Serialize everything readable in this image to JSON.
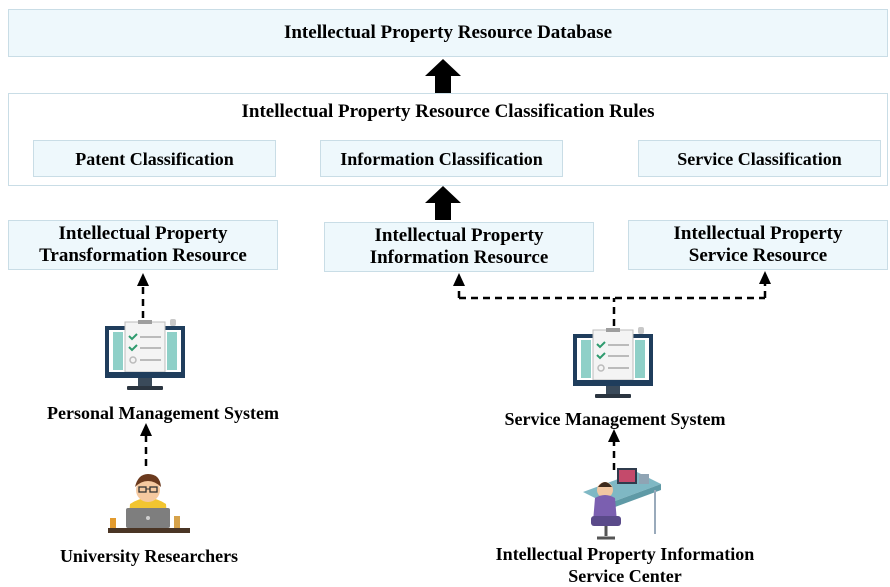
{
  "database": "Intellectual Property Resource Database",
  "rules": {
    "title": "Intellectual Property Resource Classification Rules",
    "classes": [
      "Patent Classification",
      "Information Classification",
      "Service Classification"
    ]
  },
  "resources": {
    "transformation": [
      "Intellectual Property",
      "Transformation Resource"
    ],
    "information": [
      "Intellectual Property",
      "Information Resource"
    ],
    "service": [
      "Intellectual Property",
      "Service Resource"
    ]
  },
  "systems": {
    "personal": "Personal Management System",
    "service": "Service Management System"
  },
  "sources": {
    "researchers": "University Researchers",
    "center": [
      "Intellectual Property Information",
      "Service Center"
    ]
  }
}
